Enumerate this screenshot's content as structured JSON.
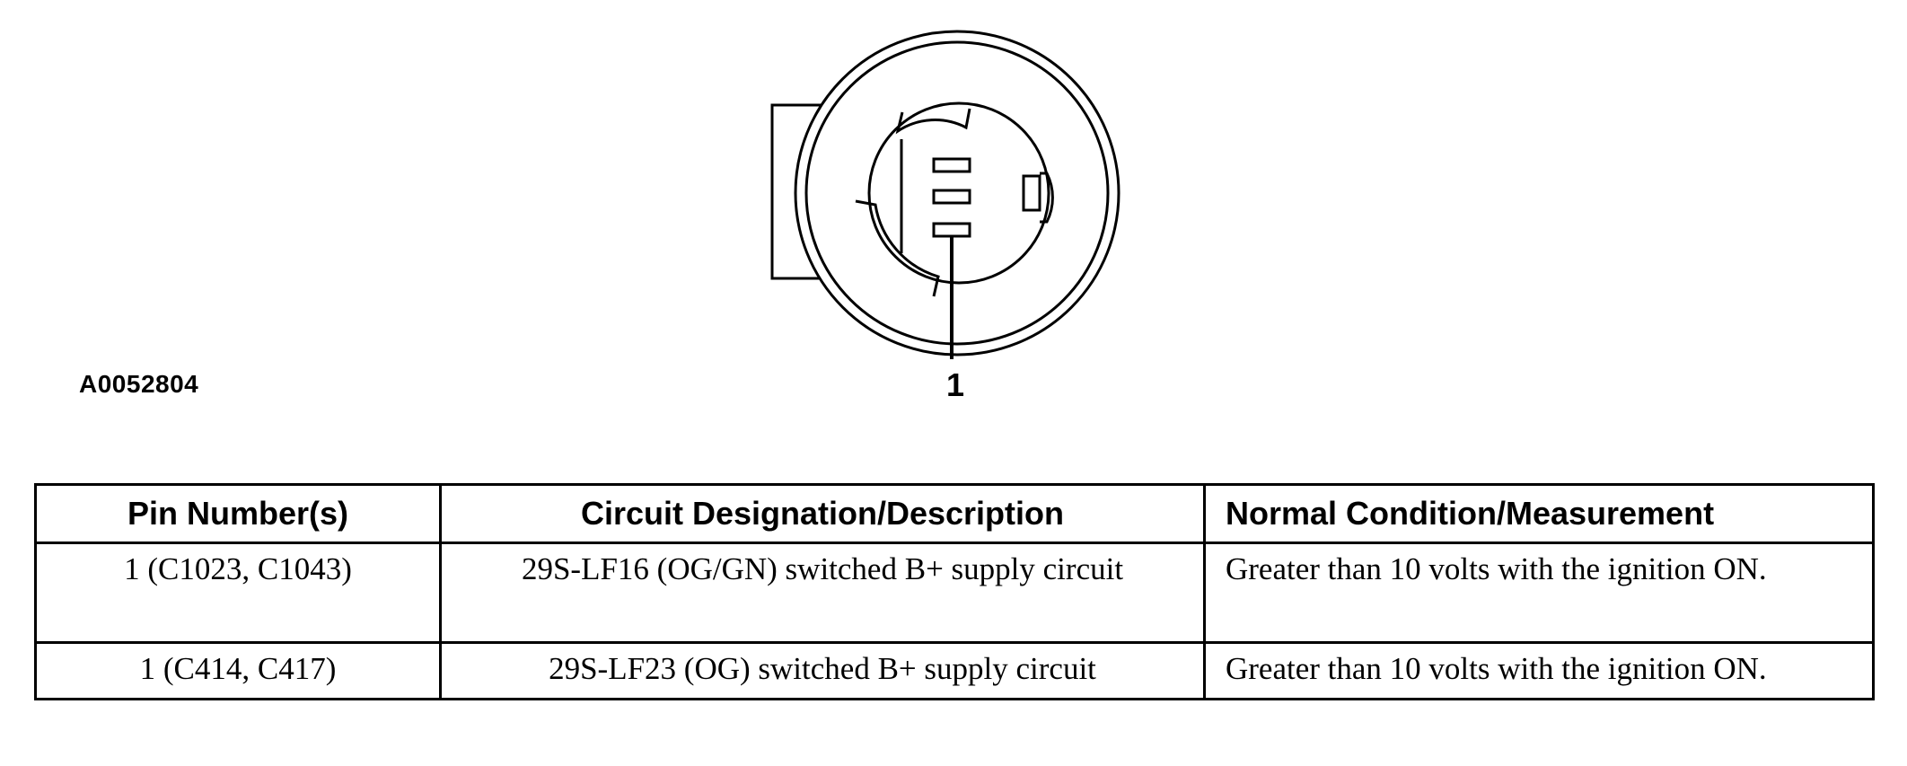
{
  "figure": {
    "id": "A0052804",
    "callout": "1"
  },
  "table": {
    "headers": [
      "Pin Number(s)",
      "Circuit Designation/Description",
      "Normal Condition/Measurement"
    ],
    "rows": [
      [
        "1 (C1023, C1043)",
        "29S-LF16 (OG/GN) switched B+ supply circuit",
        "Greater than 10 volts with the ignition ON."
      ],
      [
        "1 (C414, C417)",
        "29S-LF23 (OG) switched B+ supply circuit",
        "Greater than 10 volts with the ignition ON."
      ]
    ]
  }
}
